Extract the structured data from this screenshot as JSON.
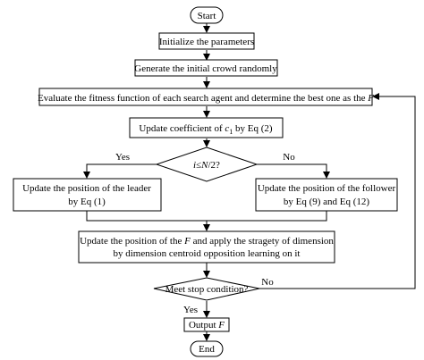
{
  "flowchart": {
    "start": "Start",
    "init_params": "Initialize the parameters",
    "gen_crowd": "Generate the initial crowd randomly",
    "evaluate": {
      "text": "Evaluate the fitness function of each search agent and determine the best one as the",
      "var": "F"
    },
    "update_coeff": {
      "prefix": "Update  coefficient of",
      "var": "c",
      "sub": "1",
      "suffix": "by Eq (2)"
    },
    "decision1": {
      "var_i": "i",
      "op": "≤",
      "var_n": "N",
      "rest": "/2?",
      "yes": "Yes",
      "no": "No"
    },
    "leader": {
      "line1": "Update the position of the leader",
      "line2": "by Eq (1)"
    },
    "follower": {
      "line1": "Update the position of the follower",
      "line2": "by Eq (9) and Eq (12)"
    },
    "update_f": {
      "line1_pre": "Update the position of the",
      "line1_var": "F",
      "line1_post": "and apply the stragety of dimension",
      "line2": "by dimension centroid opposition learning on it"
    },
    "decision2": {
      "text": "Meet stop condition?",
      "yes": "Yes",
      "no": "No"
    },
    "output": {
      "prefix": "Output",
      "var": "F"
    },
    "end": "End"
  }
}
